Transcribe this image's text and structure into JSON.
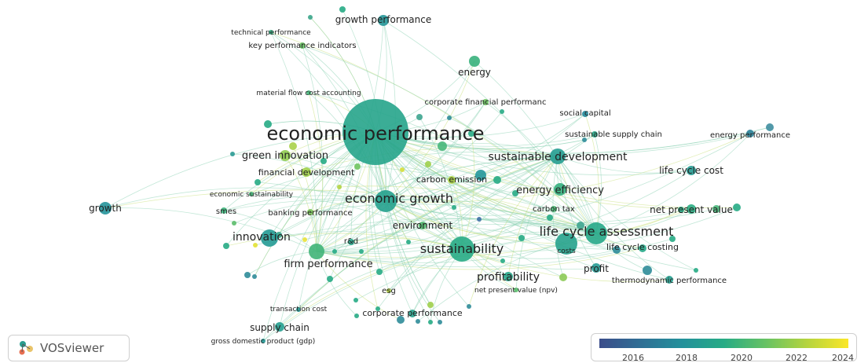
{
  "app": {
    "name": "VOSviewer"
  },
  "legend": {
    "ticks": [
      "2016",
      "2018",
      "2020",
      "2022",
      "2024"
    ],
    "colors": [
      "#3b4d8a",
      "#23919b",
      "#27ab85",
      "#b5d43e",
      "#fbe729"
    ]
  },
  "nodes": [
    {
      "id": "economic-performance",
      "label": "economic performance",
      "year": 2019.6
    },
    {
      "id": "growth-performance",
      "label": "growth performance",
      "year": 2018.8
    },
    {
      "id": "technical-performance",
      "label": "technical performance",
      "year": 2020.2
    },
    {
      "id": "key-performance-indicators",
      "label": "key performance indicators",
      "year": 2021.5
    },
    {
      "id": "energy",
      "label": "energy",
      "year": 2020.4
    },
    {
      "id": "material-flow-cost-accounting",
      "label": "material flow cost accounting",
      "year": 2020.6
    },
    {
      "id": "corporate-financial-performance",
      "label": "corporate financial performanc",
      "year": 2021.6
    },
    {
      "id": "social-capital",
      "label": "social capital",
      "year": 2018.2
    },
    {
      "id": "sustainable-supply-chain",
      "label": "sustainable supply chain",
      "year": 2019.9
    },
    {
      "id": "energy-performance",
      "label": "energy performance",
      "year": 2017.8
    },
    {
      "id": "green-innovation",
      "label": "green innovation",
      "year": 2022.3
    },
    {
      "id": "sustainable-development",
      "label": "sustainable development",
      "year": 2019.2
    },
    {
      "id": "financial-development",
      "label": "financial development",
      "year": 2022.6
    },
    {
      "id": "life-cycle-cost",
      "label": "life cycle cost",
      "year": 2019.1
    },
    {
      "id": "carbon-emission",
      "label": "carbon emission",
      "year": 2022.8
    },
    {
      "id": "energy-efficiency",
      "label": "energy efficiency",
      "year": 2020.3
    },
    {
      "id": "economic-sustainability",
      "label": "economic sustainability",
      "year": 2020.7
    },
    {
      "id": "economic-growth",
      "label": "economic growth",
      "year": 2019.4
    },
    {
      "id": "carbon-tax",
      "label": "carbon tax",
      "year": 2020.8
    },
    {
      "id": "growth",
      "label": "growth",
      "year": 2018.6
    },
    {
      "id": "smes",
      "label": "smes",
      "year": 2020.5
    },
    {
      "id": "banking-performance",
      "label": "banking performance",
      "year": 2021.9
    },
    {
      "id": "net-present-value",
      "label": "net present value",
      "year": 2020.1
    },
    {
      "id": "environment",
      "label": "environment",
      "year": 2021.0
    },
    {
      "id": "life-cycle-assessment",
      "label": "life cycle assessment",
      "year": 2019.8
    },
    {
      "id": "innovation",
      "label": "innovation",
      "year": 2019.0
    },
    {
      "id": "rd",
      "label": "r&d",
      "year": 2019.6
    },
    {
      "id": "sustainability",
      "label": "sustainability",
      "year": 2020.0
    },
    {
      "id": "costs",
      "label": "costs",
      "year": 2019.5
    },
    {
      "id": "life-cycle-costing",
      "label": "life cycle costing",
      "year": 2019.8
    },
    {
      "id": "firm-performance",
      "label": "firm performance",
      "year": 2020.6
    },
    {
      "id": "profitability",
      "label": "profitability",
      "year": 2019.7
    },
    {
      "id": "profit",
      "label": "profit",
      "year": 2019.0
    },
    {
      "id": "thermodynamic-performance",
      "label": "thermodynamic performance",
      "year": 2019.3
    },
    {
      "id": "esg",
      "label": "esg",
      "year": 2023.0
    },
    {
      "id": "net-present-value-npv",
      "label": "net present value (npv)",
      "year": 2021.2
    },
    {
      "id": "transaction-cost",
      "label": "transaction cost",
      "year": 2018.9
    },
    {
      "id": "corporate-performance",
      "label": "corporate performance",
      "year": 2019.5
    },
    {
      "id": "supply-chain",
      "label": "supply chain",
      "year": 2019.3
    },
    {
      "id": "gross-domestic-product-gdp",
      "label": "gross domestic product (gdp)",
      "year": 2018.9
    }
  ]
}
